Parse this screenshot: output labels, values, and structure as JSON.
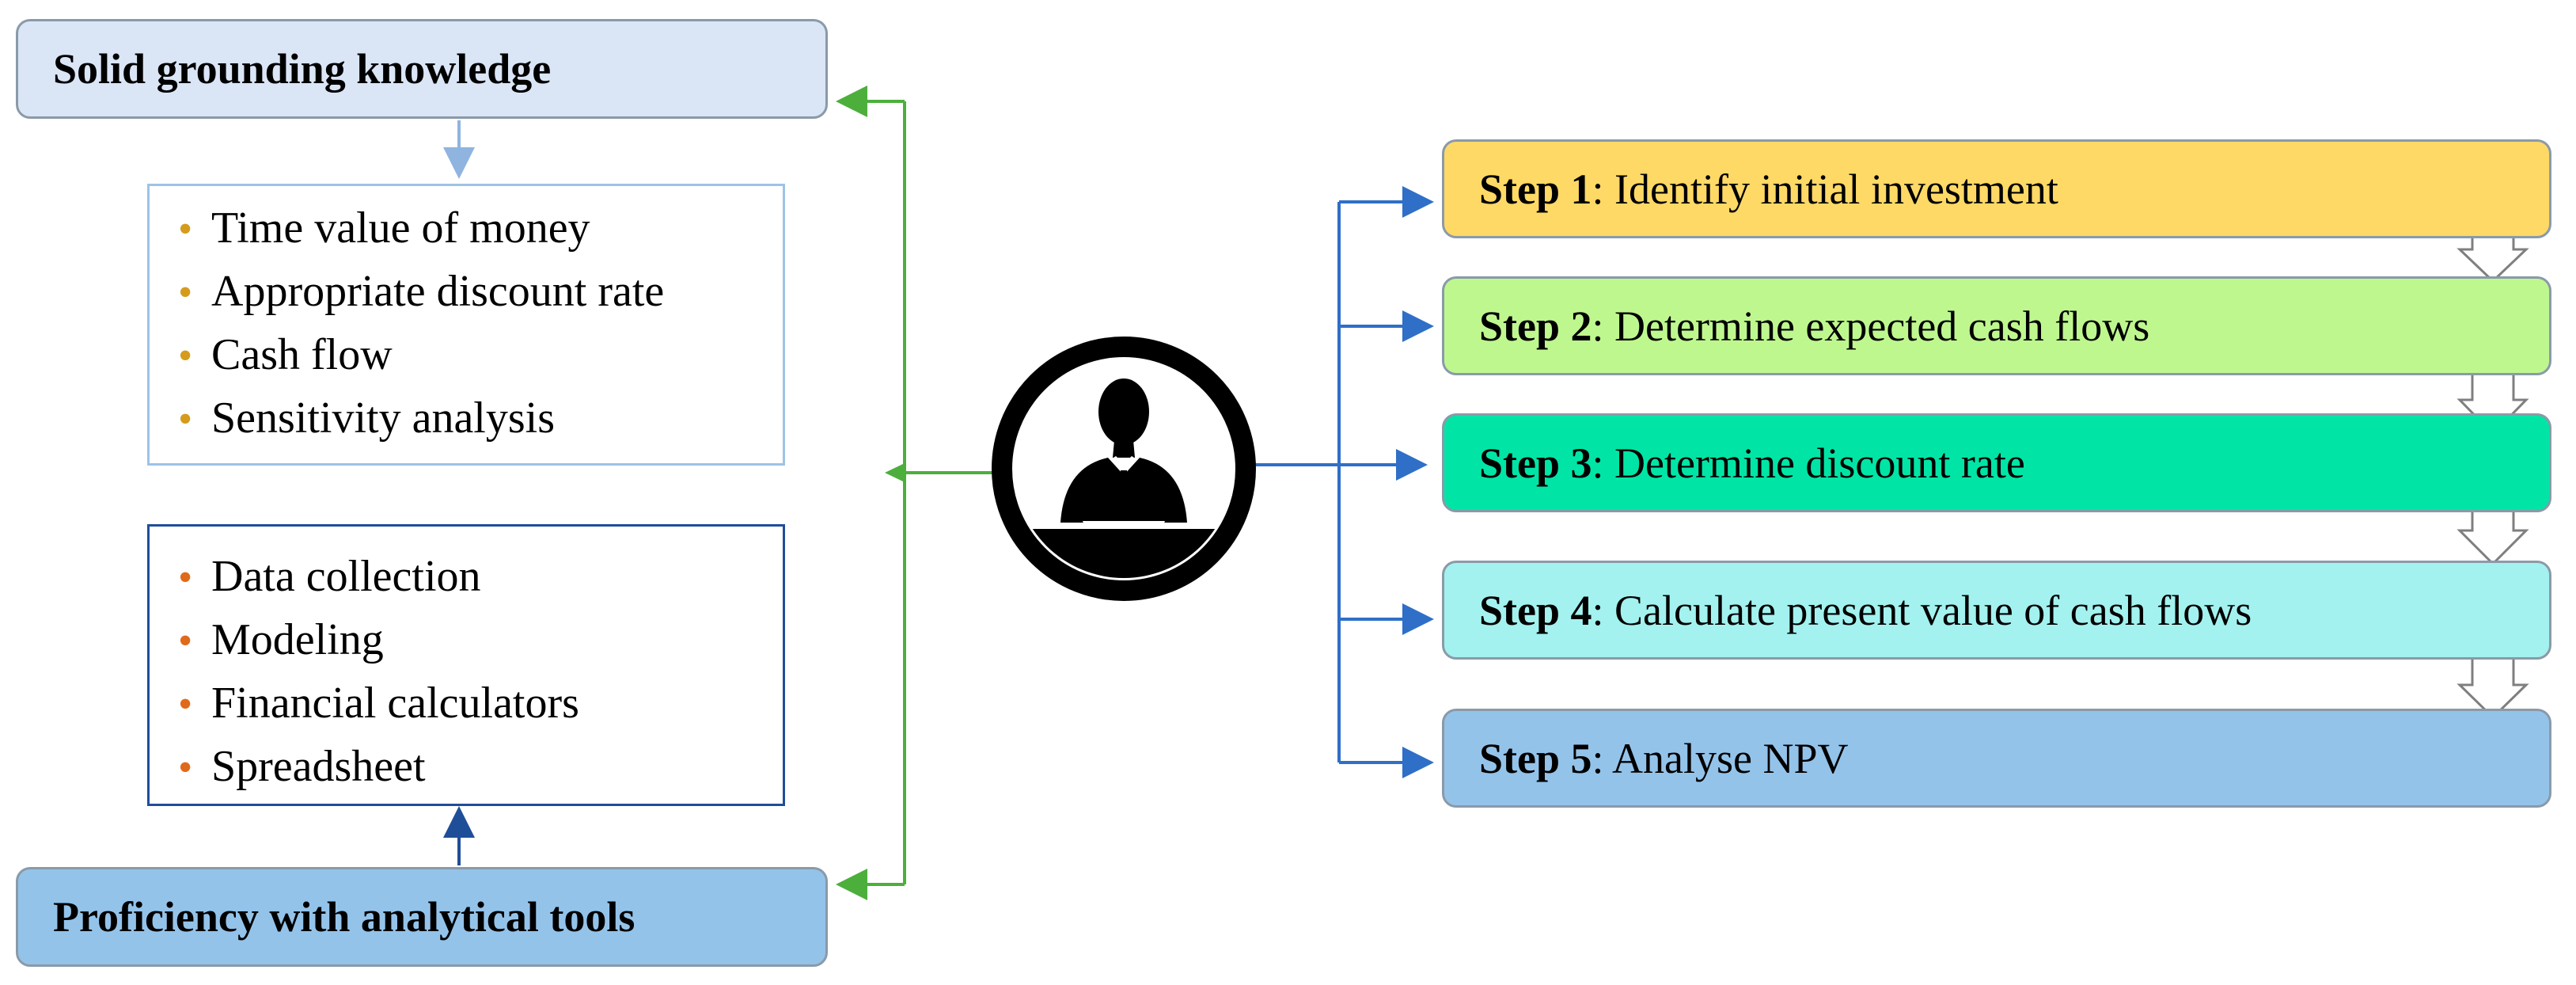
{
  "left": {
    "knowledge_title": "Solid grounding knowledge",
    "knowledge_items": [
      "Time value of money",
      "Appropriate discount rate",
      "Cash flow",
      "Sensitivity analysis"
    ],
    "tools_items": [
      "Data collection",
      "Modeling",
      "Financial calculators",
      "Spreadsheet"
    ],
    "tools_title": "Proficiency with analytical tools",
    "bullet_glyph": "•"
  },
  "center": {
    "icon": "businessman-icon"
  },
  "steps": [
    {
      "label": "Step 1",
      "text": ": Identify initial investment",
      "color": "#ffd966"
    },
    {
      "label": "Step 2",
      "text": ": Determine expected cash flows",
      "color": "#bff78f"
    },
    {
      "label": "Step 3",
      "text": ": Determine discount rate",
      "color": "#00e5a6"
    },
    {
      "label": "Step 4",
      "text": ": Calculate present value of cash flows",
      "color": "#a3f2ef"
    },
    {
      "label": "Step 5",
      "text": ": Analyse NPV",
      "color": "#94c3ea"
    }
  ],
  "colors": {
    "knowledge_box": "#dae5f6",
    "tools_box": "#94c3ea",
    "knowledge_list_border": "#9dc3e6",
    "tools_list_border": "#1f4e99",
    "knowledge_bullet": "#d59b1c",
    "tools_bullet": "#e06a1a",
    "green_connector": "#4caf3c",
    "blue_connector": "#2f6fc7",
    "light_blue_arrow": "#8fb4e0",
    "dark_blue_arrow": "#1f4e99"
  }
}
